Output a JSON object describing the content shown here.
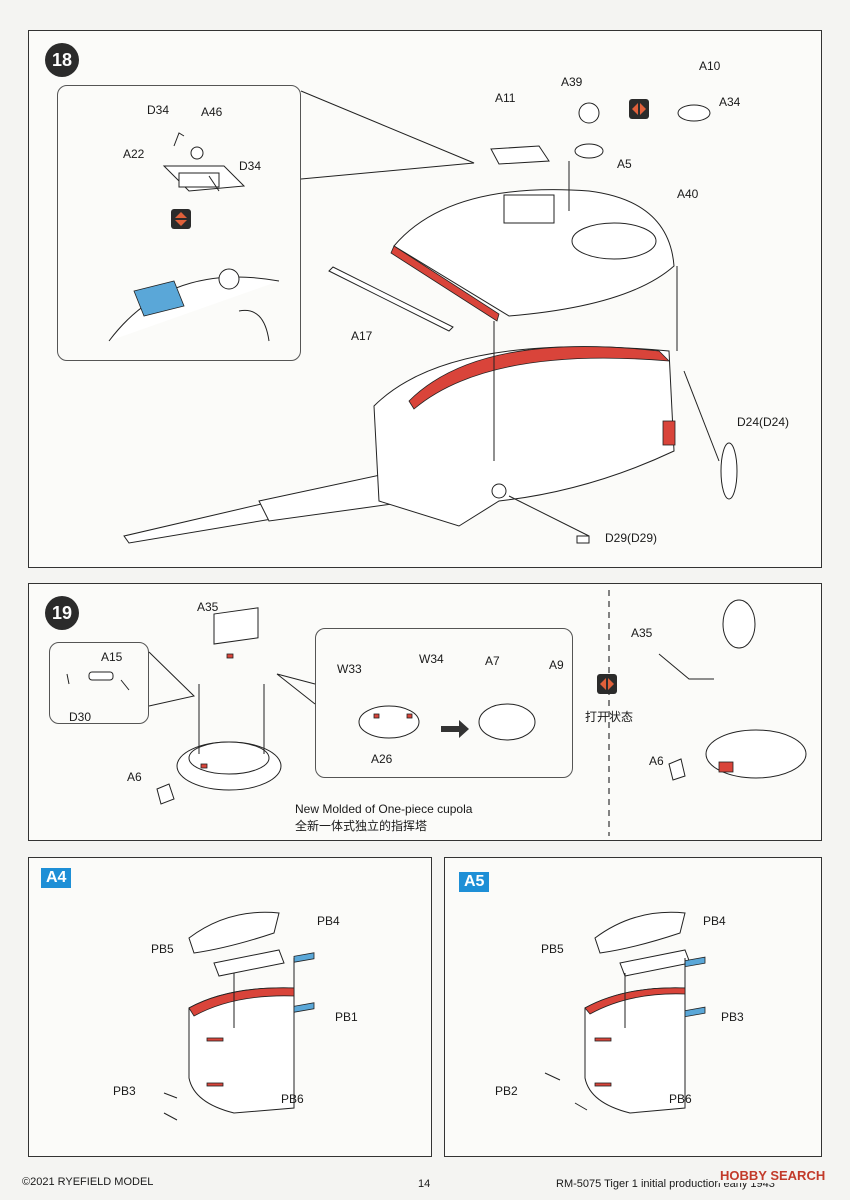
{
  "step18": {
    "number": "18",
    "labels": {
      "d34_a": "D34",
      "a46": "A46",
      "a22": "A22",
      "d34_b": "D34",
      "a11": "A11",
      "a39": "A39",
      "a10": "A10",
      "a34": "A34",
      "a5": "A5",
      "a40": "A40",
      "a17": "A17",
      "d24": "D24(D24)",
      "d29": "D29(D29)"
    }
  },
  "step19": {
    "number": "19",
    "labels": {
      "a35": "A35",
      "a15": "A15",
      "d30": "D30",
      "w33": "W33",
      "w34": "W34",
      "a7": "A7",
      "a9": "A9",
      "a26": "A26",
      "a6": "A6",
      "a35_right": "A35",
      "a6_right": "A6",
      "open_state": "打开状态",
      "note_en": "New Molded of One-piece cupola",
      "note_cn": "全新一体式独立的指挥塔"
    }
  },
  "variant_a4": {
    "badge": "A4",
    "labels": {
      "pb5": "PB5",
      "pb4": "PB4",
      "pb1": "PB1",
      "pb3": "PB3",
      "pb6": "PB6"
    }
  },
  "variant_a5": {
    "badge": "A5",
    "labels": {
      "pb5": "PB5",
      "pb4": "PB4",
      "pb3": "PB3",
      "pb2": "PB2",
      "pb6": "PB6"
    }
  },
  "footer": {
    "copyright": "©2021 RYEFIELD MODEL",
    "page": "14",
    "product": "RM-5075  Tiger 1 initial production early 1943",
    "watermark": "HOBBY SEARCH"
  },
  "colors": {
    "accent_red": "#d9443a",
    "accent_blue": "#1e8fd6",
    "icon_bg": "#2b2b2b"
  }
}
